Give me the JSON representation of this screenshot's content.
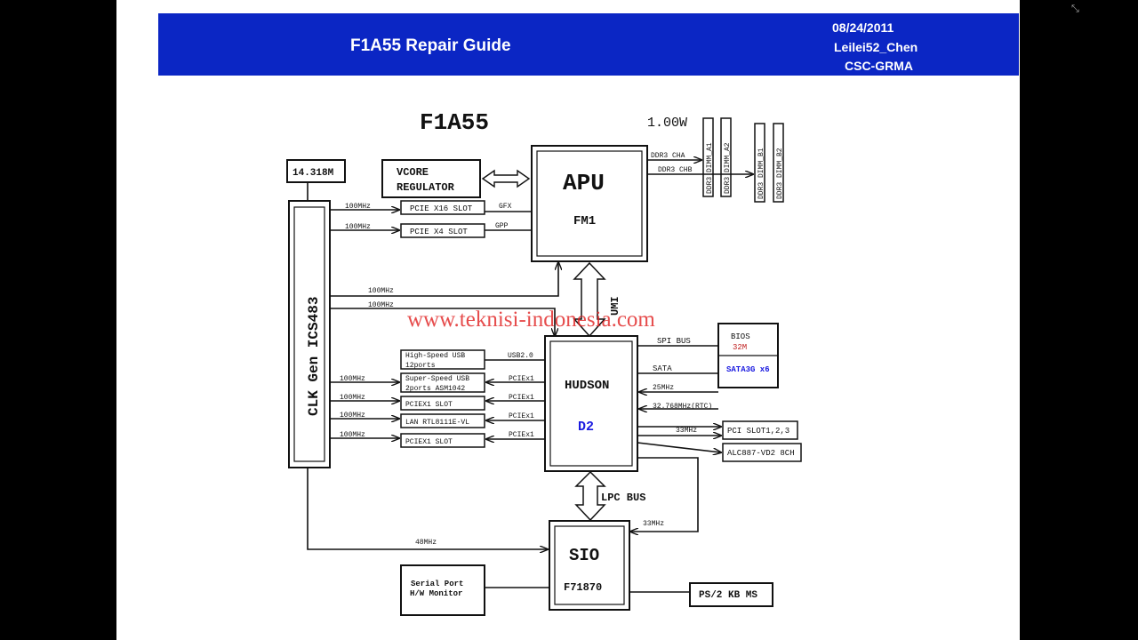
{
  "header": {
    "title": "F1A55 Repair Guide",
    "date": "08/24/2011",
    "author": "Leilei52_Chen",
    "org": "CSC-GRMA"
  },
  "diagram": {
    "board_title": "F1A55",
    "voltage": "1.00W",
    "crystal": "14.318M",
    "vcore": [
      "VCORE",
      "REGULATOR"
    ],
    "apu": {
      "name": "APU",
      "model": "FM1"
    },
    "dimms": [
      "DDR3 DIMM_A1",
      "DDR3 DIMM_A2",
      "DDR3 DIMM_B1",
      "DDR3 DIMM_B2"
    ],
    "ddr_cha": "DDR3 CHA",
    "ddr_chb": "DDR3 CHB",
    "pcie_x16": "PCIE X16 SLOT",
    "pcie_x4": "PCIE X4 SLOT",
    "gfx": "GFX",
    "gpp": "GPP",
    "clkgen": "CLK Gen ICS483",
    "freq_100": "100MHz",
    "umi": "UMI",
    "watermark": "www.teknisi-indonesia.com",
    "hudson": {
      "name": "HUDSON",
      "model": "D2"
    },
    "bios": {
      "name": "BIOS",
      "size": "32M"
    },
    "sata": "SATA3G x6",
    "spi_bus": "SPI BUS",
    "sata_link": "SATA",
    "freq_25": "25MHz",
    "freq_rtc": "32.768MHz(RTC)",
    "freq_33": "33MHz",
    "pci_slot": "PCI SLOT1,2,3",
    "alc": "ALC887-VD2 8CH",
    "usb2": [
      "High-Speed USB",
      "12ports"
    ],
    "usb3": [
      "Super-Speed USB",
      "2ports ASM1042"
    ],
    "pciex1_slot": "PCIEX1 SLOT",
    "lan": "LAN RTL8111E-VL",
    "usb2_link": "USB2.0",
    "pciex1_link": "PCIEx1",
    "lpc_bus": "LPC BUS",
    "freq_48": "48MHz",
    "sio": {
      "name": "SIO",
      "model": "F71870"
    },
    "serial": [
      "Serial Port",
      "H/W Monitor"
    ],
    "ps2": "PS/2 KB MS"
  },
  "colors": {
    "banner": "#0b26c4",
    "blue_text": "#1a1ae0",
    "watermark": "#e02020",
    "bios_size": "#c02020"
  },
  "icons": [
    "collapse-icon"
  ]
}
